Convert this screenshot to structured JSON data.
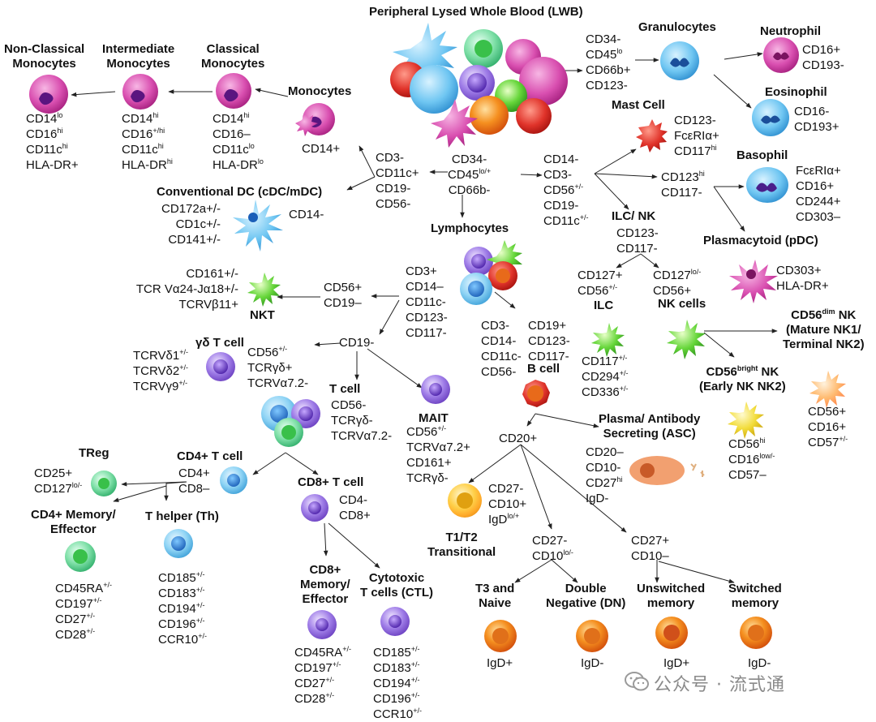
{
  "headers": [
    {
      "id": "lwb",
      "lines": [
        "Peripheral Lysed Whole Blood (LWB)"
      ]
    },
    {
      "id": "granulocytes",
      "lines": [
        "Granulocytes"
      ]
    },
    {
      "id": "neutrophil",
      "lines": [
        "Neutrophil"
      ]
    },
    {
      "id": "eosinophil",
      "lines": [
        "Eosinophil"
      ]
    },
    {
      "id": "mast-cell",
      "lines": [
        "Mast Cell"
      ]
    },
    {
      "id": "basophil",
      "lines": [
        "Basophil"
      ]
    },
    {
      "id": "pdc",
      "lines": [
        "Plasmacytoid (pDC)"
      ]
    },
    {
      "id": "nc-mono",
      "lines": [
        "Non-Classical",
        "Monocytes"
      ]
    },
    {
      "id": "int-mono",
      "lines": [
        "Intermediate",
        "Monocytes"
      ]
    },
    {
      "id": "cl-mono",
      "lines": [
        "Classical",
        "Monocytes"
      ]
    },
    {
      "id": "monocytes",
      "lines": [
        "Monocytes"
      ]
    },
    {
      "id": "cdc",
      "lines": [
        "Conventional DC (cDC/mDC)"
      ]
    },
    {
      "id": "lymphocytes",
      "lines": [
        "Lymphocytes"
      ]
    },
    {
      "id": "ilc-nk",
      "lines": [
        "ILC/ NK"
      ]
    },
    {
      "id": "ilc",
      "lines": [
        "ILC"
      ]
    },
    {
      "id": "nk-cells",
      "lines": [
        "NK cells"
      ]
    },
    {
      "id": "cd56dim-nk",
      "lines": [
        "CD56^dim NK",
        "(Mature NK1/",
        "Terminal NK2)"
      ]
    },
    {
      "id": "cd56bright-nk",
      "lines": [
        "CD56^bright NK",
        "(Early NK NK2)"
      ]
    },
    {
      "id": "nkt",
      "lines": [
        "NKT"
      ]
    },
    {
      "id": "gd-t",
      "lines": [
        "γδ T cell"
      ]
    },
    {
      "id": "t-cell",
      "lines": [
        "T cell"
      ]
    },
    {
      "id": "mait",
      "lines": [
        "MAIT"
      ]
    },
    {
      "id": "b-cell",
      "lines": [
        "B cell"
      ]
    },
    {
      "id": "asc",
      "lines": [
        "Plasma/ Antibody",
        "Secreting (ASC)"
      ]
    },
    {
      "id": "treg",
      "lines": [
        "TReg"
      ]
    },
    {
      "id": "cd4-t",
      "lines": [
        "CD4+ T cell"
      ]
    },
    {
      "id": "cd8-t",
      "lines": [
        "CD8+ T cell"
      ]
    },
    {
      "id": "cd4-mem",
      "lines": [
        "CD4+ Memory/",
        "Effector"
      ]
    },
    {
      "id": "th",
      "lines": [
        "T helper (Th)"
      ]
    },
    {
      "id": "cd8-mem",
      "lines": [
        "CD8+",
        "Memory/",
        "Effector"
      ]
    },
    {
      "id": "ctl",
      "lines": [
        "Cytotoxic",
        "T cells (CTL)"
      ]
    },
    {
      "id": "t1t2",
      "lines": [
        "T1/T2",
        "Transitional"
      ]
    },
    {
      "id": "t3",
      "lines": [
        "T3 and",
        "Naive"
      ]
    },
    {
      "id": "dn",
      "lines": [
        "Double",
        "Negative (DN)"
      ]
    },
    {
      "id": "unsw",
      "lines": [
        "Unswitched",
        "memory"
      ]
    },
    {
      "id": "sw",
      "lines": [
        "Switched",
        "memory"
      ]
    }
  ],
  "markers": [
    {
      "id": "lwb-gran",
      "lines": [
        "CD34-",
        "CD45^lo",
        "CD66b+",
        "CD123-"
      ]
    },
    {
      "id": "neut",
      "lines": [
        "CD16+",
        "CD193-"
      ]
    },
    {
      "id": "eos",
      "lines": [
        "CD16-",
        "CD193+"
      ]
    },
    {
      "id": "mast",
      "lines": [
        "CD123-",
        "FcεRIα+",
        "CD117^hi"
      ]
    },
    {
      "id": "baso-gate",
      "lines": [
        "CD123^hi",
        "CD117-"
      ]
    },
    {
      "id": "baso",
      "lines": [
        "FcεRIα+",
        "CD16+",
        "CD244+",
        "CD303–"
      ]
    },
    {
      "id": "pdc",
      "lines": [
        "CD303+",
        "HLA-DR+"
      ]
    },
    {
      "id": "center",
      "lines": [
        "CD34-",
        "CD45^lo/+",
        "CD66b-"
      ]
    },
    {
      "id": "mono-gate",
      "lines": [
        "CD3-",
        "CD11c+",
        "CD19-",
        "CD56-"
      ]
    },
    {
      "id": "right-gate",
      "lines": [
        "CD14-",
        "CD3-",
        "CD56^+/-",
        "CD19-",
        "CD11c^+/-"
      ]
    },
    {
      "id": "nc",
      "lines": [
        "CD14^lo",
        "CD16^hi",
        "CD11c^hi",
        "HLA-DR+"
      ]
    },
    {
      "id": "int",
      "lines": [
        "CD14^hi",
        "CD16^+/hi",
        "CD11c^hi",
        "HLA-DR^hi"
      ]
    },
    {
      "id": "cl",
      "lines": [
        "CD14^hi",
        "CD16–",
        "CD11c^lo",
        "HLA-DR^lo"
      ]
    },
    {
      "id": "mono",
      "lines": [
        "CD14+"
      ]
    },
    {
      "id": "cdc-l",
      "lines": [
        "CD172a+/-",
        "CD1c+/-",
        "CD141+/-"
      ]
    },
    {
      "id": "cdc-r",
      "lines": [
        "CD14-"
      ]
    },
    {
      "id": "ilcnk",
      "lines": [
        "CD123-",
        "CD117-"
      ]
    },
    {
      "id": "ilc-gate",
      "lines": [
        "CD127+",
        "CD56^+/-"
      ]
    },
    {
      "id": "nk-gate",
      "lines": [
        "CD127^lo/-",
        "CD56+"
      ]
    },
    {
      "id": "ilc",
      "lines": [
        "CD117^+/-",
        "CD294^+/-",
        "CD336^+/-"
      ]
    },
    {
      "id": "dim",
      "lines": [
        "CD56+",
        "CD16+",
        "CD57^+/-"
      ]
    },
    {
      "id": "bright",
      "lines": [
        "CD56^hi",
        "CD16^low/-",
        "CD57–"
      ]
    },
    {
      "id": "lymph",
      "lines": [
        "CD3+",
        "CD14–",
        "CD11c-",
        "CD123-",
        "CD117-"
      ]
    },
    {
      "id": "b-l",
      "lines": [
        "CD3-",
        "CD14-",
        "CD11c-",
        "CD56-"
      ]
    },
    {
      "id": "b-r",
      "lines": [
        "CD19+",
        "CD123-",
        "CD117-"
      ]
    },
    {
      "id": "nkt-gate",
      "lines": [
        "CD56+",
        "CD19–"
      ]
    },
    {
      "id": "nkt",
      "lines": [
        "CD161+/-",
        "TCR Vα24-Jα18+/-",
        "TCRVβ11+"
      ]
    },
    {
      "id": "cd19",
      "lines": [
        "CD19-"
      ]
    },
    {
      "id": "gd-l",
      "lines": [
        "TCRVδ1^+/-",
        "TCRVδ2^+/-",
        "TCRVγ9^+/-"
      ]
    },
    {
      "id": "gd-r",
      "lines": [
        "CD56^+/-",
        "TCRγδ+",
        "TCRVα7.2-"
      ]
    },
    {
      "id": "tcell",
      "lines": [
        "CD56-",
        "TCRγδ-",
        "TCRVα7.2-"
      ]
    },
    {
      "id": "mait",
      "lines": [
        "CD56^+/-",
        "TCRVα7.2+",
        "CD161+",
        "TCRγδ-"
      ]
    },
    {
      "id": "cd20",
      "lines": [
        "CD20+"
      ]
    },
    {
      "id": "asc",
      "lines": [
        "CD20–",
        "CD10-",
        "CD27^hi",
        "IgD-"
      ]
    },
    {
      "id": "treg",
      "lines": [
        "CD25+",
        "CD127^lo/-"
      ]
    },
    {
      "id": "cd4",
      "lines": [
        "CD4+",
        "CD8–"
      ]
    },
    {
      "id": "cd8",
      "lines": [
        "CD4-",
        "CD8+"
      ]
    },
    {
      "id": "cd4mem",
      "lines": [
        "CD45RA^+/-",
        "CD197^+/-",
        "CD27^+/-",
        "CD28^+/-"
      ]
    },
    {
      "id": "th",
      "lines": [
        "CD185^+/-",
        "CD183^+/-",
        "CD194^+/-",
        "CD196^+/-",
        "CCR10^+/-"
      ]
    },
    {
      "id": "cd8mem",
      "lines": [
        "CD45RA^+/-",
        "CD197^+/-",
        "CD27^+/-",
        "CD28^+/-"
      ]
    },
    {
      "id": "ctl",
      "lines": [
        "CD185^+/-",
        "CD183^+/-",
        "CD194^+/-",
        "CD196^+/-",
        "CCR10^+/-"
      ]
    },
    {
      "id": "t1t2",
      "lines": [
        "CD27-",
        "CD10+",
        "IgD^lo/+"
      ]
    },
    {
      "id": "b-mid",
      "lines": [
        "CD27-",
        "CD10^lo/-"
      ]
    },
    {
      "id": "b-right",
      "lines": [
        "CD27+",
        "CD10–"
      ]
    },
    {
      "id": "t3",
      "lines": [
        "IgD+"
      ]
    },
    {
      "id": "dn",
      "lines": [
        "IgD-"
      ]
    },
    {
      "id": "unsw",
      "lines": [
        "IgD+"
      ]
    },
    {
      "id": "sw",
      "lines": [
        "IgD-"
      ]
    }
  ],
  "watermark": "公众号 · 流式通",
  "icon": "wechat-icon"
}
